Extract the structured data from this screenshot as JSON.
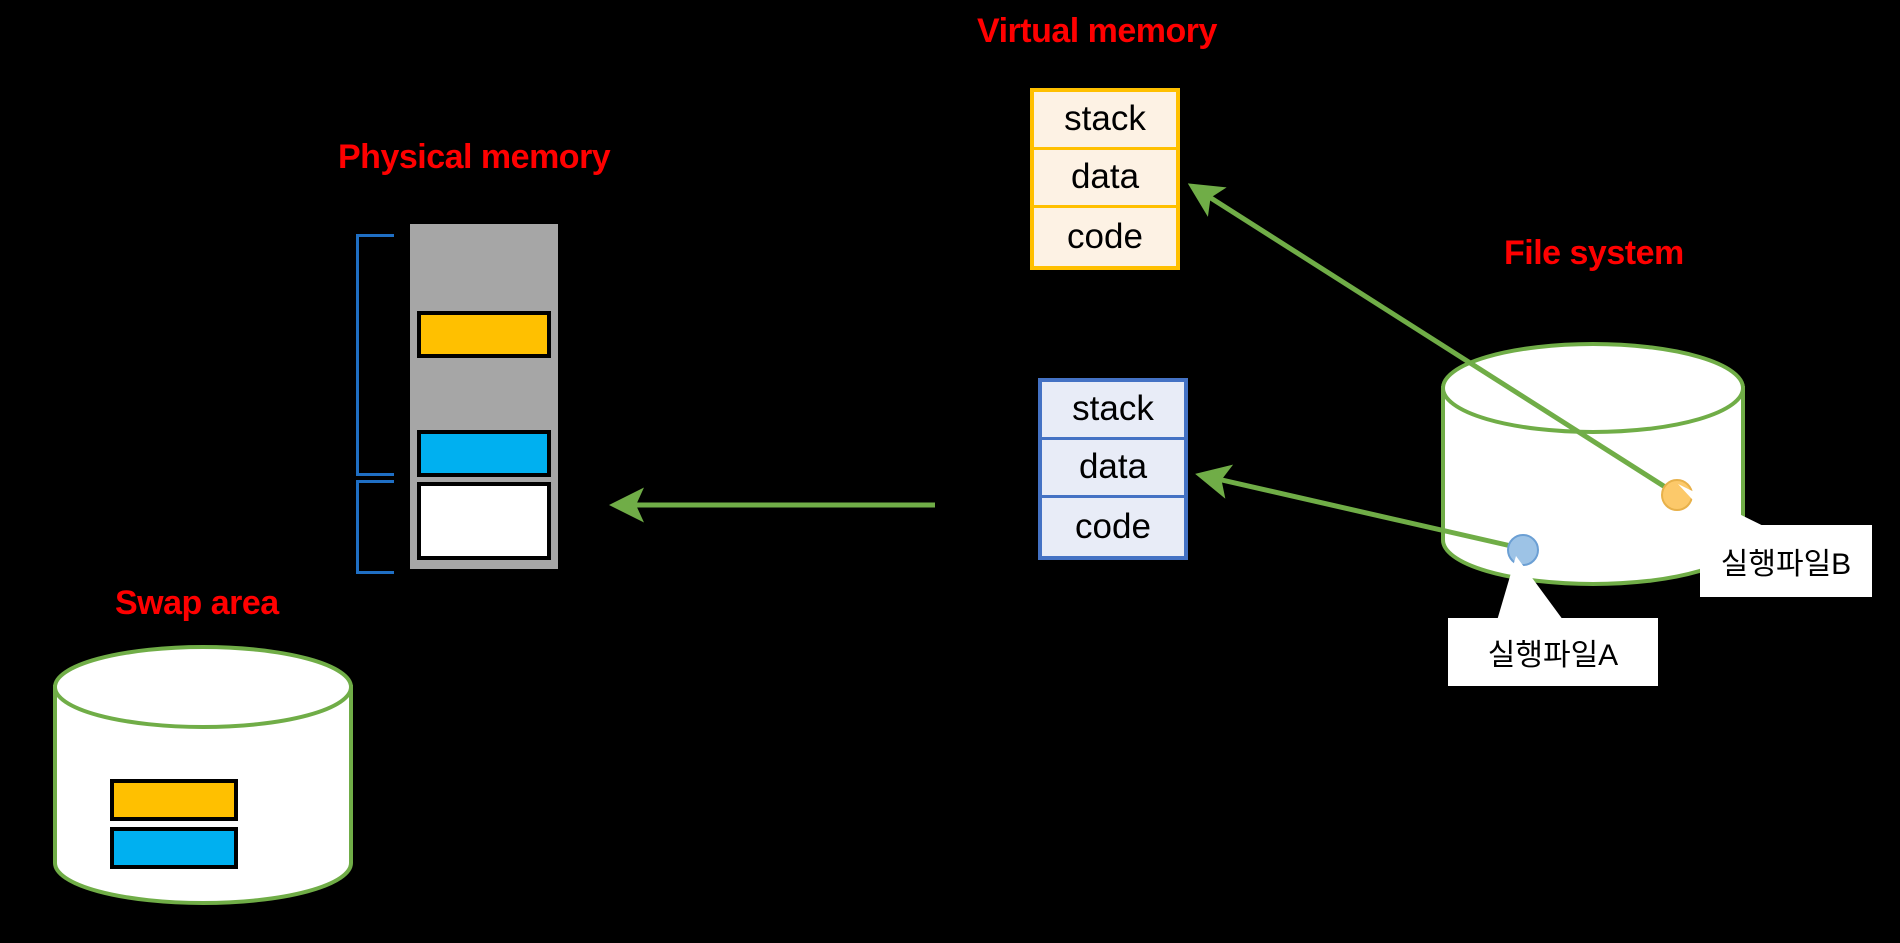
{
  "diagram": {
    "background_color": "#000000",
    "title_color": "#FF0000",
    "accent_green": "#70ad47",
    "sections": {
      "physical_memory": {
        "title": "Physical memory",
        "frame_color": "#a6a6a6",
        "blocks": [
          {
            "name": "orange-frame",
            "color": "#ffc000"
          },
          {
            "name": "blue-frame",
            "color": "#00b0f0"
          },
          {
            "name": "free-frame",
            "color": "#ffffff"
          }
        ]
      },
      "swap_area": {
        "title": "Swap area",
        "cylinder_stroke": "#70ad47",
        "cylinder_fill": "#ffffff",
        "blocks": [
          {
            "name": "orange-page",
            "color": "#ffc000"
          },
          {
            "name": "blue-page",
            "color": "#00b0f0"
          }
        ]
      },
      "virtual_memory": {
        "title": "Virtual memory",
        "processes": [
          {
            "id": "process-a",
            "border_color": "#ffc000",
            "fill_color": "#fdf2e4",
            "segments": [
              "stack",
              "data",
              "code"
            ]
          },
          {
            "id": "process-b",
            "border_color": "#4472c4",
            "fill_color": "#e8ecf7",
            "segments": [
              "stack",
              "data",
              "code"
            ]
          }
        ]
      },
      "file_system": {
        "title": "File system",
        "cylinder_stroke": "#70ad47",
        "cylinder_fill": "#ffffff",
        "files": [
          {
            "id": "file-b",
            "label": "실행파일B",
            "dot_color": "#fcc96a"
          },
          {
            "id": "file-a",
            "label": "실행파일A",
            "dot_color": "#9dc3e6"
          }
        ]
      }
    },
    "arrows": [
      {
        "name": "vm-to-physical",
        "color": "#70ad47",
        "direction": "left"
      },
      {
        "name": "fileB-to-process-a-data",
        "color": "#70ad47",
        "direction": "upper-left"
      },
      {
        "name": "fileA-to-process-b-data",
        "color": "#70ad47",
        "direction": "left"
      }
    ]
  }
}
